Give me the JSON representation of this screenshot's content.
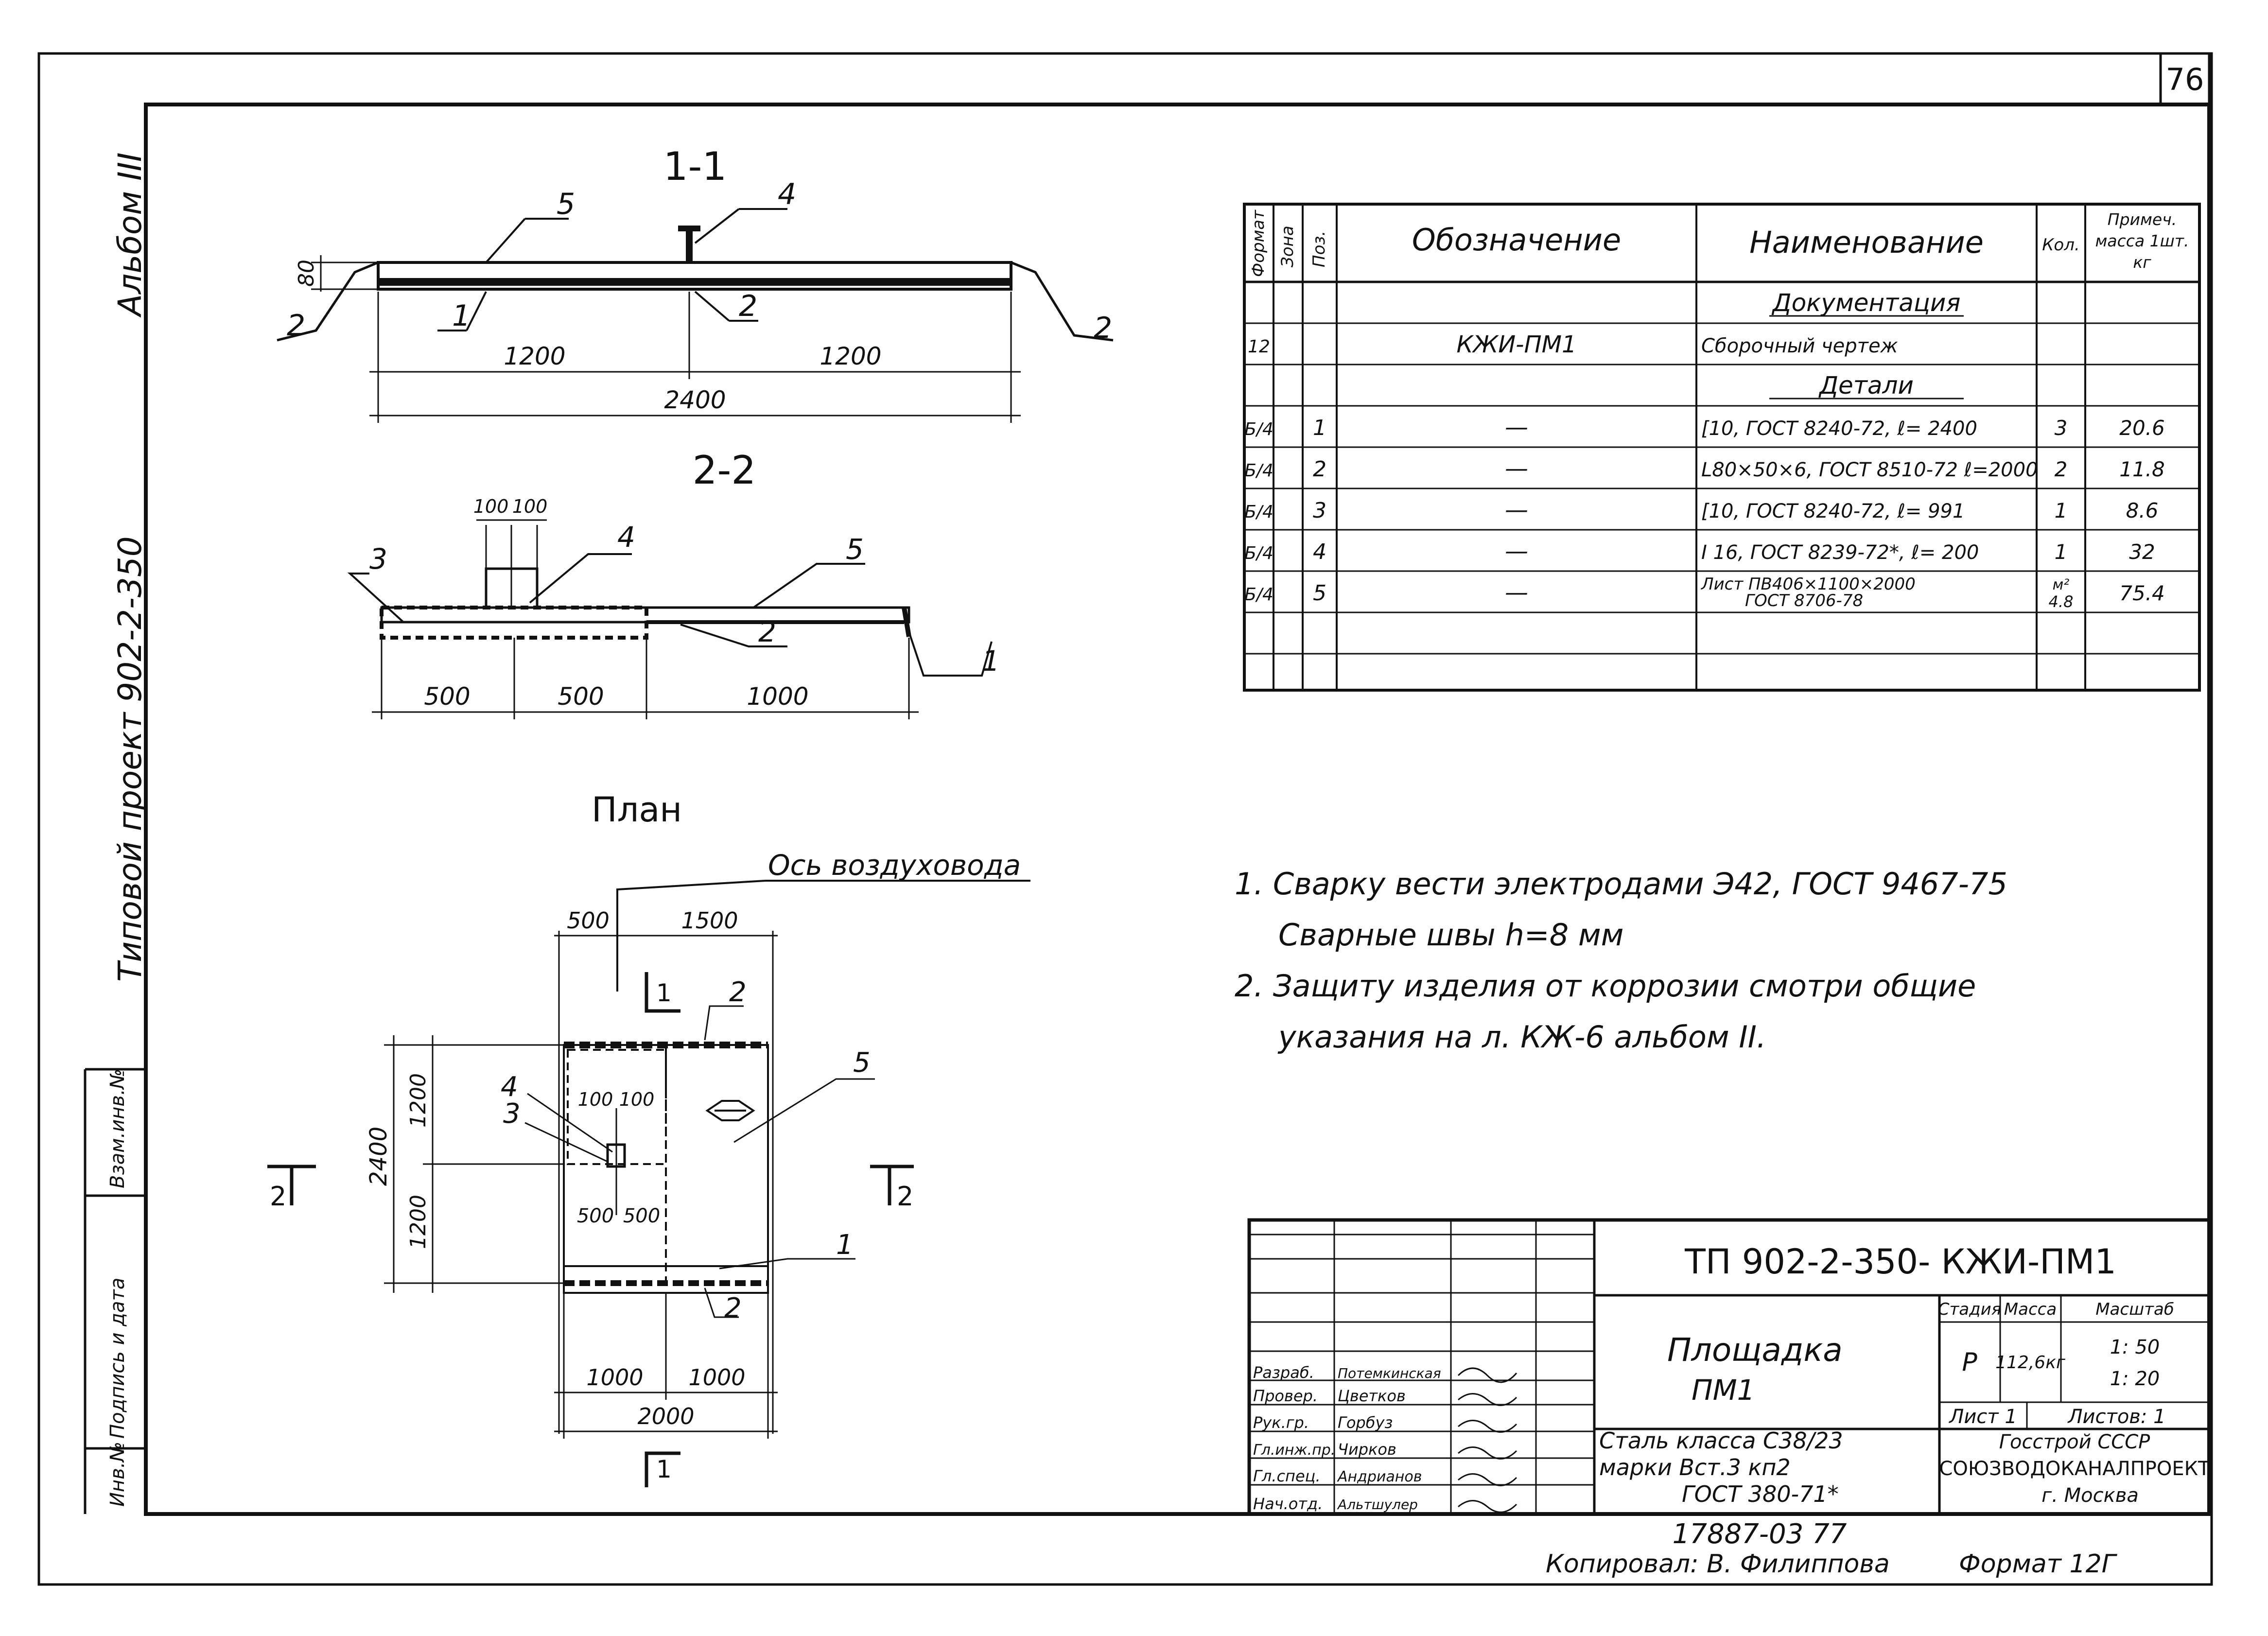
{
  "page": {
    "sheet_number": "76"
  },
  "left_strip": {
    "project": "Типовой проект 902-2-350",
    "album": "Альбом III",
    "signature_date": "Подпись и дата",
    "replace_inv": "Взам.инв.№",
    "inv_no": "Инв.№"
  },
  "sections": {
    "s11": {
      "title": "1-1",
      "callouts": [
        "5",
        "4",
        "2",
        "1",
        "2",
        "2"
      ],
      "dims": [
        "80",
        "1200",
        "1200",
        "2400"
      ]
    },
    "s22": {
      "title": "2-2",
      "callouts": [
        "3",
        "4",
        "5",
        "2",
        "1"
      ],
      "dims": [
        "100",
        "100",
        "500",
        "500",
        "1000"
      ]
    },
    "plan": {
      "title": "План",
      "axis": "Ось воздуховода",
      "callouts": [
        "2",
        "4",
        "3",
        "5",
        "1",
        "2"
      ],
      "dims": [
        "500",
        "1500",
        "2400",
        "1200",
        "1200",
        "100",
        "100",
        "500",
        "500",
        "1000",
        "1000",
        "2000"
      ],
      "cuts": [
        "1",
        "1",
        "2",
        "2"
      ]
    }
  },
  "spec": {
    "headers": [
      "Формат",
      "Зона",
      "Поз.",
      "Обозначение",
      "Наименование",
      "Кол.",
      "Примеч. масса 1шт. кг"
    ],
    "rows": [
      {
        "fmt": "",
        "zone": "",
        "pos": "",
        "desig": "",
        "name": "Документация",
        "qty": "",
        "mass": "",
        "section": true
      },
      {
        "fmt": "12",
        "zone": "",
        "pos": "",
        "desig": "КЖИ-ПМ1",
        "name": "Сборочный чертеж",
        "qty": "",
        "mass": "",
        "section": false
      },
      {
        "fmt": "",
        "zone": "",
        "pos": "",
        "desig": "",
        "name": "Детали",
        "qty": "",
        "mass": "",
        "section": true
      },
      {
        "fmt": "Б/4",
        "zone": "",
        "pos": "1",
        "desig": "—",
        "name": "[10, ГОСТ 8240-72, ℓ= 2400",
        "qty": "3",
        "mass": "20.6",
        "section": false
      },
      {
        "fmt": "Б/4",
        "zone": "",
        "pos": "2",
        "desig": "—",
        "name": "L80×50×6, ГОСТ 8510-72 ℓ=2000",
        "qty": "2",
        "mass": "11.8",
        "section": false
      },
      {
        "fmt": "Б/4",
        "zone": "",
        "pos": "3",
        "desig": "—",
        "name": "[10, ГОСТ 8240-72, ℓ= 991",
        "qty": "1",
        "mass": "8.6",
        "section": false
      },
      {
        "fmt": "Б/4",
        "zone": "",
        "pos": "4",
        "desig": "—",
        "name": "I 16, ГОСТ 8239-72*, ℓ= 200",
        "qty": "1",
        "mass": "32",
        "section": false
      },
      {
        "fmt": "Б/4",
        "zone": "",
        "pos": "5",
        "desig": "—",
        "name": "Лист ПВ406×1100×2000",
        "name2": "ГОСТ 8706-78",
        "qty": "м²",
        "qty2": "4.8",
        "mass": "75.4",
        "section": false
      },
      {
        "fmt": "",
        "zone": "",
        "pos": "",
        "desig": "",
        "name": "",
        "qty": "",
        "mass": "",
        "section": false
      },
      {
        "fmt": "",
        "zone": "",
        "pos": "",
        "desig": "",
        "name": "",
        "qty": "",
        "mass": "",
        "section": false
      }
    ]
  },
  "notes": [
    "1. Сварку вести электродами Э42, ГОСТ 9467-75",
    "Сварные швы h=8 мм",
    "2. Защиту изделия от коррозии смотри общие",
    "указания на л. КЖ-6 альбом II."
  ],
  "title_block": {
    "doc_code": "ТП 902-2-350- КЖИ-ПМ1",
    "name": "Площадка",
    "name2": "ПМ1",
    "stage_hdr": "Стадия",
    "mass_hdr": "Масса",
    "scale_hdr": "Масштаб",
    "stage": "Р",
    "mass": "112,6кг",
    "scale1": "1: 50",
    "scale2": "1: 20",
    "sheet": "Лист 1",
    "sheets": "Листов: 1",
    "material1": "Сталь класса С38/23",
    "material2": "марки Вст.3 кп2",
    "material3": "ГОСТ 380-71*",
    "org1": "Госстрой СССР",
    "org2": "СОЮЗВОДОКАНАЛПРОЕКТ",
    "org3": "г. Москва",
    "roles": [
      "Разраб.",
      "Провер.",
      "Рук.гр.",
      "Гл.инж.пр.",
      "Гл.спец.",
      "Нач.отд."
    ],
    "people": [
      "Потемкинская",
      "Цветков",
      "Горбуз",
      "Чирков",
      "Андрианов",
      "Альтшулер"
    ],
    "code_below": "17887-03 77",
    "copied": "Копировал: В. Филиппова",
    "format": "Формат 12Г"
  }
}
